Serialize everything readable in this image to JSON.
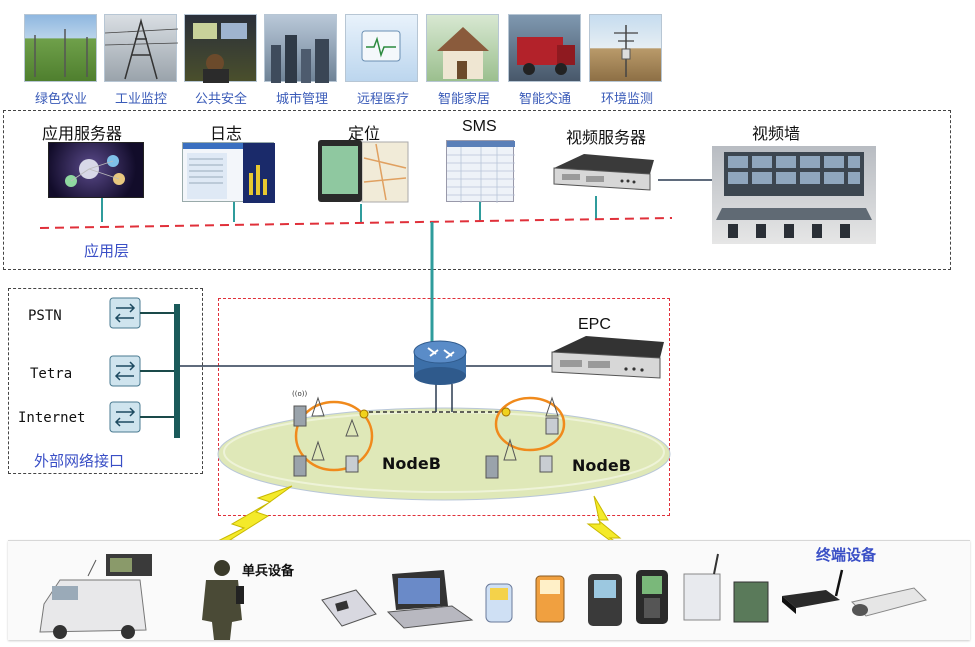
{
  "app_categories": [
    "绿色农业",
    "工业监控",
    "公共安全",
    "城市管理",
    "远程医疗",
    "智能家居",
    "智能交通",
    "环境监测"
  ],
  "app_layer": {
    "servers": [
      "应用服务器",
      "日志",
      "定位",
      "SMS",
      "视频服务器",
      "视频墙"
    ],
    "label": "应用层"
  },
  "external": {
    "networks": [
      "PSTN",
      "Tetra",
      "Internet"
    ],
    "label": "外部网络接口"
  },
  "core": {
    "epc_label": "EPC",
    "nodeb_labels": [
      "NodeB",
      "NodeB"
    ]
  },
  "terminals": {
    "soldier_label": "单兵设备",
    "label": "终端设备"
  },
  "colors": {
    "layer_label_blue": "#3a4fc6",
    "teal_link": "#1f8f8f",
    "red_dash": "#e0303a",
    "cell_ellipse": "#dfe8b8",
    "radio_ring": "#f08a1c",
    "lightning": "#f4ea2a"
  }
}
